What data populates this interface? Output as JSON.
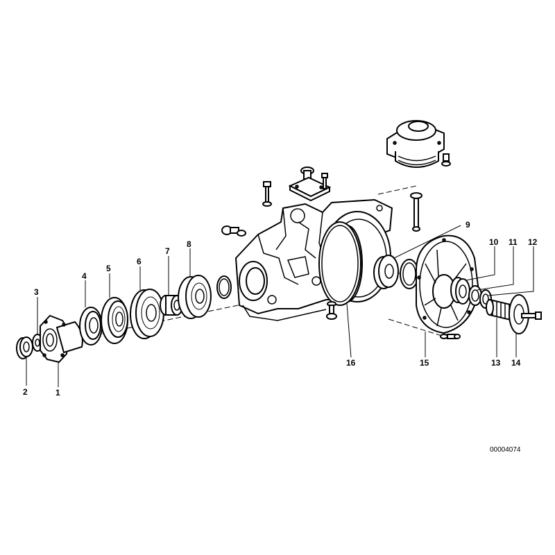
{
  "diagram": {
    "reference_number": "00004074",
    "callouts": [
      "1",
      "2",
      "3",
      "4",
      "5",
      "6",
      "7",
      "8",
      "9",
      "10",
      "11",
      "12",
      "13",
      "14",
      "15",
      "16"
    ]
  }
}
